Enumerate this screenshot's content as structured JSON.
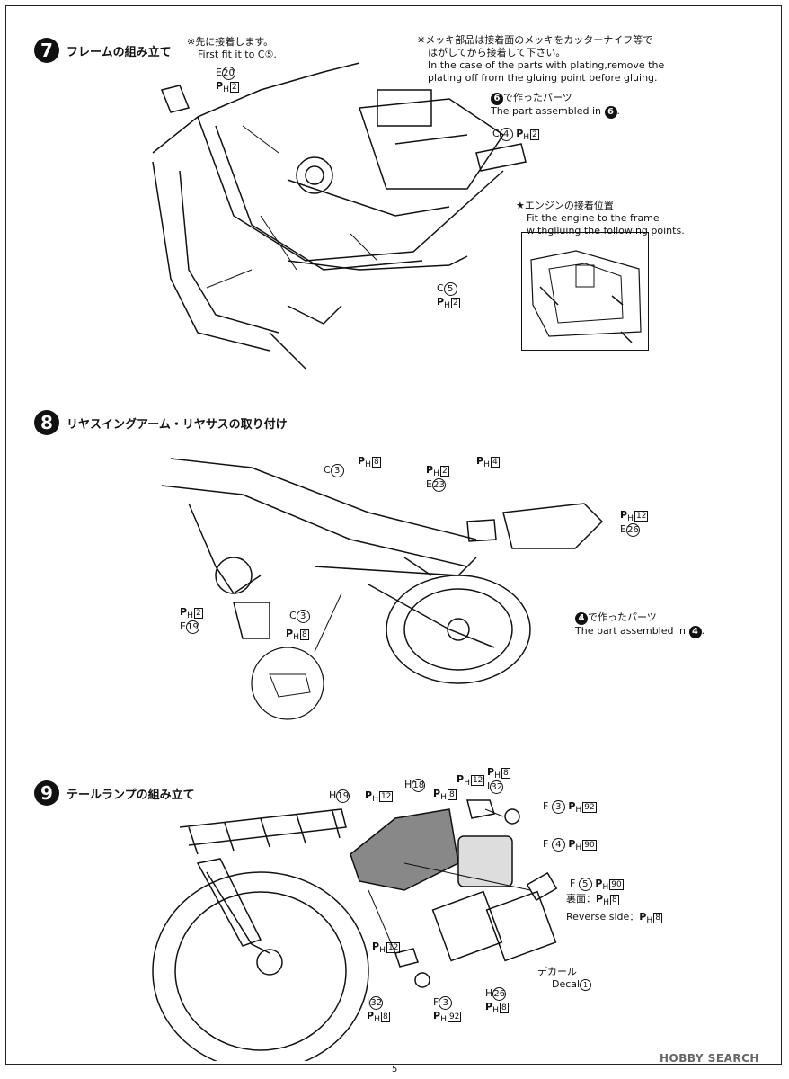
{
  "page_number": "5",
  "watermark": "HOBBY SEARCH",
  "step7": {
    "number": "7",
    "title": "フレームの組み立て",
    "pre_note_jp": "※先に接着します。",
    "pre_note_en": "First fit it to C⑤.",
    "plating_jp1": "※メッキ部品は接着面のメッキをカッターナイフ等で",
    "plating_jp2": "はがしてから接着して下さい。",
    "plating_en1": "In the case of the parts with plating,remove the",
    "plating_en2": "plating off from the gluing point before gluing.",
    "part6_jp": "で作ったパーツ",
    "part6_en": "The part assembled in",
    "part6_ref": "6",
    "engine_jp": "★エンジンの接着位置",
    "engine_en1": "Fit the engine to the frame",
    "engine_en2": "withglluing the following points.",
    "label_e20": {
      "letter": "E",
      "num": "20",
      "ph": "P",
      "ph_sub": "H",
      "ph_box": "2"
    },
    "label_c4": {
      "letter": "C",
      "num": "4",
      "ph": "P",
      "ph_sub": "H",
      "ph_box": "2"
    },
    "label_c5": {
      "letter": "C",
      "num": "5",
      "ph": "P",
      "ph_sub": "H",
      "ph_box": "2"
    }
  },
  "step8": {
    "number": "8",
    "title": "リヤスイングアーム・リヤサスの取り付け",
    "part4_jp": "で作ったパーツ",
    "part4_en": "The part assembled in",
    "part4_ref": "4",
    "label_c3_top": {
      "letter": "C",
      "num": "3"
    },
    "label_ph8_top": {
      "ph": "P",
      "ph_sub": "H",
      "ph_box": "8"
    },
    "label_ph2_e23": {
      "ph": "P",
      "ph_sub": "H",
      "ph_box": "2",
      "letter": "E",
      "num": "23"
    },
    "label_ph4": {
      "ph": "P",
      "ph_sub": "H",
      "ph_box": "4"
    },
    "label_ph12_e26": {
      "ph": "P",
      "ph_sub": "H",
      "ph_box": "12",
      "letter": "E",
      "num": "26"
    },
    "label_ph2_e19": {
      "ph": "P",
      "ph_sub": "H",
      "ph_box": "2",
      "letter": "E",
      "num": "19"
    },
    "label_c3_mid": {
      "letter": "C",
      "num": "3"
    },
    "label_ph8_mid": {
      "ph": "P",
      "ph_sub": "H",
      "ph_box": "8"
    }
  },
  "step9": {
    "number": "9",
    "title": "テールランプの組み立て",
    "h19": {
      "letter": "H",
      "num": "19"
    },
    "ph12_a": {
      "ph": "P",
      "ph_sub": "H",
      "ph_box": "12"
    },
    "h18": {
      "letter": "H",
      "num": "18"
    },
    "ph8_a": {
      "ph": "P",
      "ph_sub": "H",
      "ph_box": "8"
    },
    "ph12_b": {
      "ph": "P",
      "ph_sub": "H",
      "ph_box": "12"
    },
    "ph8_b": {
      "ph": "P",
      "ph_sub": "H",
      "ph_box": "8"
    },
    "i32_top": {
      "letter": "I",
      "num": "32"
    },
    "f3_top": {
      "letter": "F",
      "num": "3",
      "ph": "P",
      "ph_sub": "H",
      "ph_box": "92"
    },
    "f4": {
      "letter": "F",
      "num": "4",
      "ph": "P",
      "ph_sub": "H",
      "ph_box": "90"
    },
    "f5": {
      "letter": "F",
      "num": "5",
      "ph": "P",
      "ph_sub": "H",
      "ph_box": "90"
    },
    "reverse_jp": "裏面：",
    "reverse_en": "Reverse side：",
    "reverse_ph": {
      "ph": "P",
      "ph_sub": "H",
      "ph_box": "8"
    },
    "ph12_c": {
      "ph": "P",
      "ph_sub": "H",
      "ph_box": "12"
    },
    "i32_bot": {
      "letter": "I",
      "num": "32"
    },
    "ph8_c": {
      "ph": "P",
      "ph_sub": "H",
      "ph_box": "8"
    },
    "f3_bot": {
      "letter": "F",
      "num": "3"
    },
    "ph92_bot": {
      "ph": "P",
      "ph_sub": "H",
      "ph_box": "92"
    },
    "h26": {
      "letter": "H",
      "num": "26"
    },
    "ph8_d": {
      "ph": "P",
      "ph_sub": "H",
      "ph_box": "8"
    },
    "decal_jp": "デカール",
    "decal_en": "Decal",
    "decal_num": "1"
  }
}
